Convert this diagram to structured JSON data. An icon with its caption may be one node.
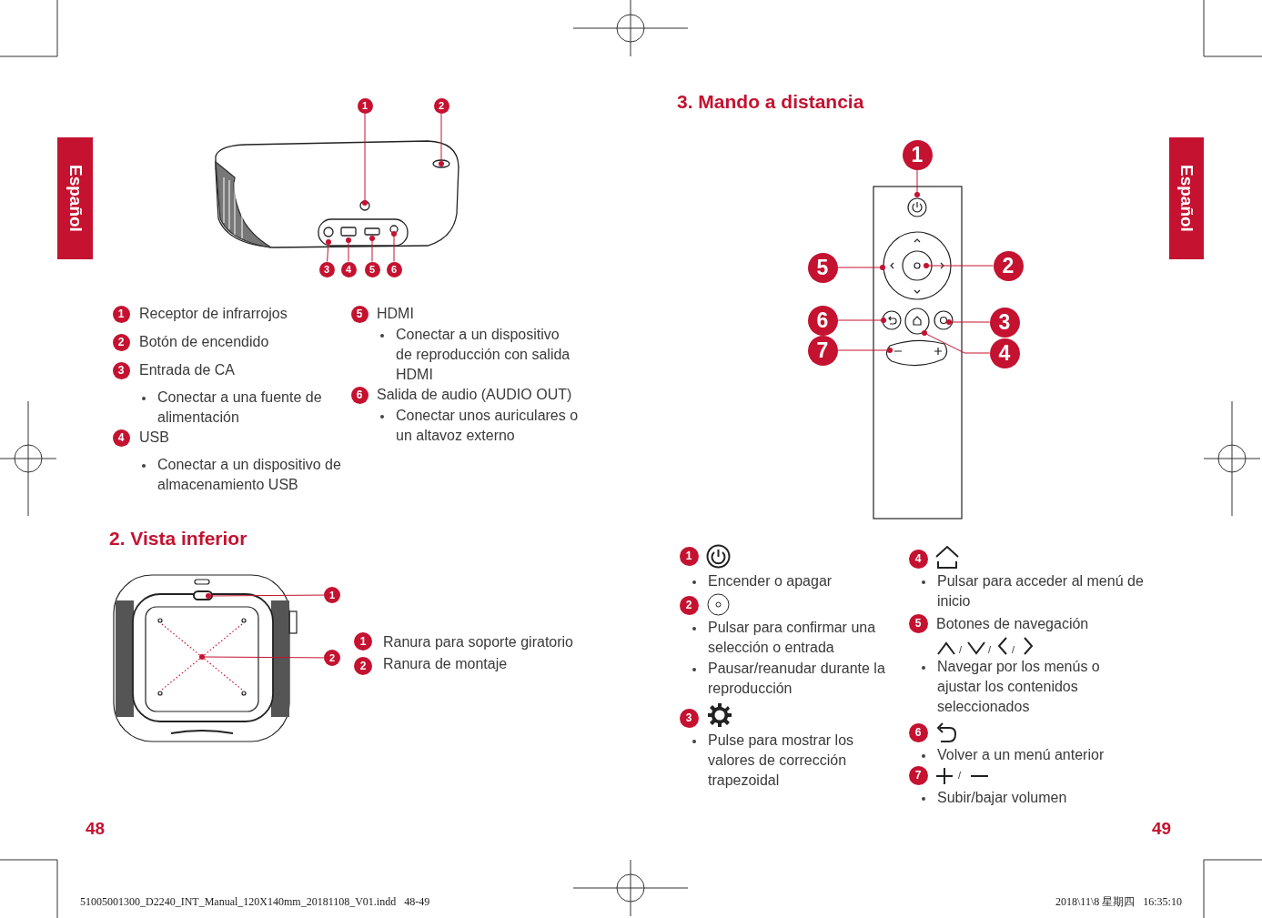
{
  "diagram": {
    "nodes": [
      {
        "text": [
          "Español"
        ]
      },
      {
        "text": [
          "Español"
        ]
      },
      {
        "text": [
          "1"
        ]
      },
      {
        "text": [
          "2"
        ]
      },
      {
        "text": [
          "3"
        ]
      },
      {
        "text": [
          "4"
        ]
      },
      {
        "text": [
          "5"
        ]
      },
      {
        "text": [
          "6"
        ]
      },
      {
        "text": [
          "1"
        ]
      },
      {
        "text": [
          "2"
        ]
      },
      {
        "text": [
          "1"
        ]
      },
      {
        "text": [
          "5"
        ]
      },
      {
        "text": [
          "2"
        ]
      },
      {
        "text": [
          "6"
        ]
      },
      {
        "text": [
          "3"
        ]
      },
      {
        "text": [
          "7"
        ]
      },
      {
        "text": [
          "4"
        ]
      },
      {
        "text": [
          "1"
        ]
      },
      {
        "text": [
          "2"
        ]
      },
      {
        "text": [
          "3"
        ]
      },
      {
        "text": [
          "4"
        ]
      },
      {
        "text": [
          "5"
        ]
      },
      {
        "text": [
          "6"
        ]
      },
      {
        "text": [
          "1"
        ]
      },
      {
        "text": [
          "2"
        ]
      },
      {
        "text": [
          "1"
        ]
      },
      {
        "text": [
          "2"
        ]
      },
      {
        "text": [
          "3"
        ]
      },
      {
        "text": [
          "4"
        ]
      },
      {
        "text": [
          "5"
        ]
      },
      {
        "text": [
          "6"
        ]
      },
      {
        "text": [
          "7"
        ]
      }
    ],
    "edges": [
      {
        "from": 2,
        "to": null,
        "arrow": "other"
      },
      {
        "from": 3,
        "to": null,
        "arrow": "other"
      },
      {
        "from": 4,
        "to": null,
        "arrow": "other"
      },
      {
        "from": 5,
        "to": null,
        "arrow": "other"
      },
      {
        "from": 6,
        "to": null,
        "arrow": "other"
      },
      {
        "from": 7,
        "to": null,
        "arrow": "other"
      },
      {
        "from": 8,
        "to": null,
        "arrow": "other"
      },
      {
        "from": 9,
        "to": null,
        "arrow": "other"
      },
      {
        "from": 10,
        "to": null,
        "arrow": "other"
      },
      {
        "from": 11,
        "to": null,
        "arrow": "other"
      },
      {
        "from": 12,
        "to": null,
        "arrow": "other"
      },
      {
        "from": 13,
        "to": null,
        "arrow": "other"
      },
      {
        "from": 14,
        "to": null,
        "arrow": "other"
      },
      {
        "from": 15,
        "to": null,
        "arrow": "other"
      },
      {
        "from": 16,
        "to": null,
        "arrow": "other"
      }
    ],
    "labels": [
      "Receptor de infrarrojos",
      "Botón de encendido",
      "Entrada de CA",
      "Conectar a una fuente de alimentación",
      "USB",
      "Conectar a un dispositivo de almacenamiento USB",
      "HDMI",
      "Conectar a un dispositivo de reproducción con salida HDMI",
      "Salida de audio (AUDIO OUT)",
      "Conectar unos auriculares o un altavoz externo",
      "2. Vista inferior",
      "Ranura para soporte giratorio",
      "Ranura de montaje",
      "48",
      "3. Mando a distancia",
      "Encender o apagar",
      "Pulsar para confirmar una selección o entrada",
      "Pausar/reanudar durante la reproducción",
      "Pulse para mostrar los valores de corrección trapezoidal",
      "Pulsar para acceder al menú de inicio",
      "Botones de navegación",
      "/",
      "/",
      "/",
      "Navegar por los menús o ajustar los contenidos seleccionados",
      "Volver a un menú anterior",
      "/",
      "Subir/bajar volumen",
      "49",
      "51005001300_D2240_INT_Manual_120X140mm_20181108_V01.indd   48-49",
      "2018\\11\\8 星期四   16:35:10"
    ]
  }
}
